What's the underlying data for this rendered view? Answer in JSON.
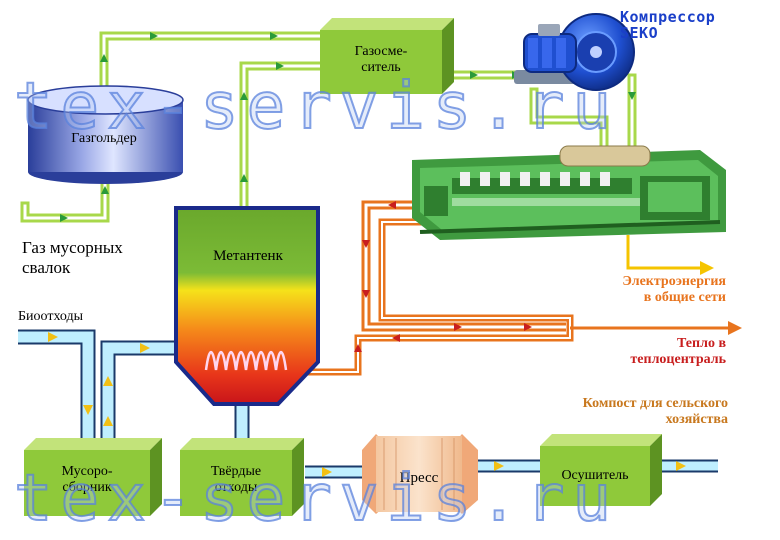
{
  "labels": {
    "gasholder": "Газгольдер",
    "gas_mixer_1": "Газосме-",
    "gas_mixer_2": "ситель",
    "compressor_1": "Компрессор",
    "compressor_2": "SEKO",
    "landfill_gas_1": "Газ мусорных",
    "landfill_gas_2": "свалок",
    "digester": "Метантенк",
    "biowaste": "Биоотходы",
    "collector_1": "Мусоро-",
    "collector_2": "сборник",
    "solid_1": "Твёрдые",
    "solid_2": "отходы",
    "press": "Пресс",
    "dryer": "Осушитель",
    "electricity_1": "Электроэнергия",
    "electricity_2": "в общие сети",
    "heat_1": "Тепло в",
    "heat_2": "теплоцентраль",
    "compost_1": "Компост для сельского",
    "compost_2": "хозяйства"
  },
  "watermark": "tex-servis.ru",
  "colors": {
    "gas_pipe": "#a8d84a",
    "gas_pipe_core": "#ffffff",
    "waste_pipe": "#1a3a6a",
    "waste_pipe_core": "#bfefff",
    "heat_pipe": "#e8741e",
    "heat_pipe_core": "#ffffff",
    "block_front": "#8fc93a",
    "block_top": "#c2e37a",
    "block_side": "#5d9322",
    "arrow_green": "#2a9a3a",
    "arrow_yellow": "#f2c014",
    "arrow_red": "#c81e1e",
    "electricity_text": "#e8741e",
    "heat_text": "#c81e1e",
    "compost_text": "#c8781e",
    "output_electric": "#f5c400",
    "output_heat": "#e8741e"
  }
}
